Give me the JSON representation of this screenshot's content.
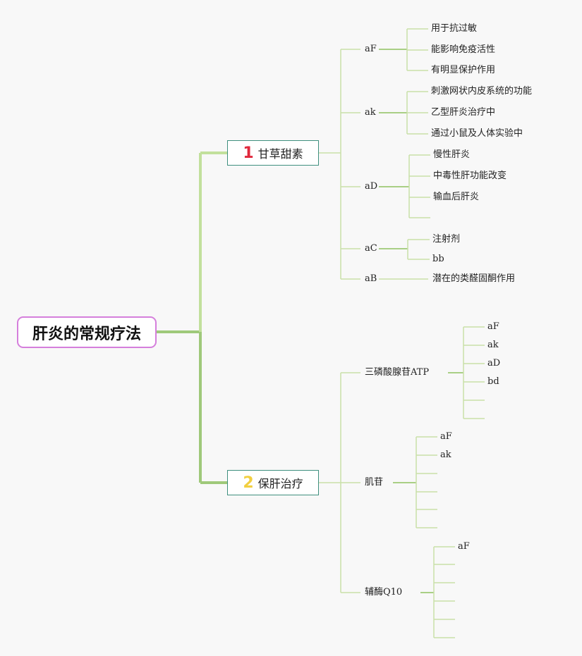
{
  "root": {
    "label": "肝炎的常规疗法"
  },
  "branches": [
    {
      "number": "1",
      "number_color": "#e0283c",
      "label": "甘草甜素",
      "children": [
        {
          "label": "aF",
          "leaves": [
            "用于抗过敏",
            "能影响免疫活性",
            "有明显保护作用"
          ]
        },
        {
          "label": "ak",
          "leaves": [
            "刺激网状内皮系统的功能",
            "乙型肝炎治疗中",
            "通过小鼠及人体实验中"
          ]
        },
        {
          "label": "aD",
          "leaves": [
            "慢性肝炎",
            "中毒性肝功能改变",
            "输血后肝炎",
            ""
          ]
        },
        {
          "label": "aC",
          "leaves": [
            "注射剂",
            "bb"
          ]
        },
        {
          "label": "aB",
          "leaves": [
            "潜在的类醛固酮作用"
          ]
        }
      ]
    },
    {
      "number": "2",
      "number_color": "#f2cf40",
      "label": "保肝治疗",
      "children": [
        {
          "label": "三磷酸腺苷ATP",
          "leaves": [
            "aF",
            "ak",
            "aD",
            "bd",
            "",
            ""
          ]
        },
        {
          "label": "肌苷",
          "leaves": [
            "aF",
            "ak",
            "",
            "",
            "",
            ""
          ]
        },
        {
          "label": "辅酶Q10",
          "leaves": [
            "aF",
            "",
            "",
            "",
            "",
            ""
          ]
        }
      ]
    }
  ],
  "colors": {
    "root_border": "#d57fdc",
    "branch_border": "#3e8f7e",
    "main_line_1": "#c2e09c",
    "main_line_2": "#9fc97a",
    "sub_line": "#c9e0a8"
  }
}
